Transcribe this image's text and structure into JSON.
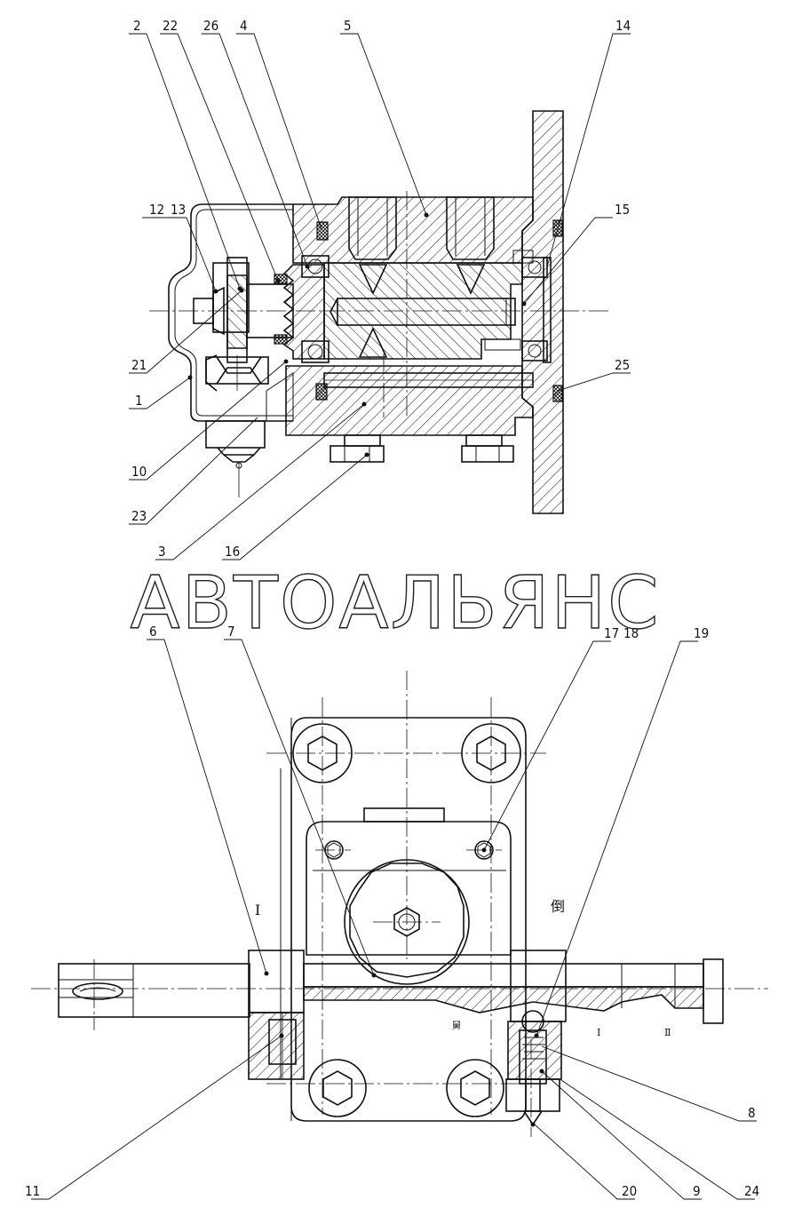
{
  "watermark": "АВТОАЛЬЯНС",
  "notes": {
    "gear_one": "I",
    "reverse": "倒",
    "mark_small": "Ⅰ",
    "mark_two": "Ⅱ",
    "mark_mid": "舅"
  },
  "callouts_top": {
    "c2": "2",
    "c22": "22",
    "c26": "26",
    "c4": "4",
    "c5": "5",
    "c14": "14",
    "c12": "12",
    "c13": "13",
    "c15": "15",
    "c21": "21",
    "c1": "1",
    "c25": "25",
    "c10": "10",
    "c23": "23",
    "c3": "3",
    "c16": "16"
  },
  "callouts_bottom": {
    "c6": "6",
    "c7": "7",
    "c17": "17",
    "c18": "18",
    "c19": "19",
    "c8": "8",
    "c11": "11",
    "c20": "20",
    "c9": "9",
    "c24": "24"
  }
}
